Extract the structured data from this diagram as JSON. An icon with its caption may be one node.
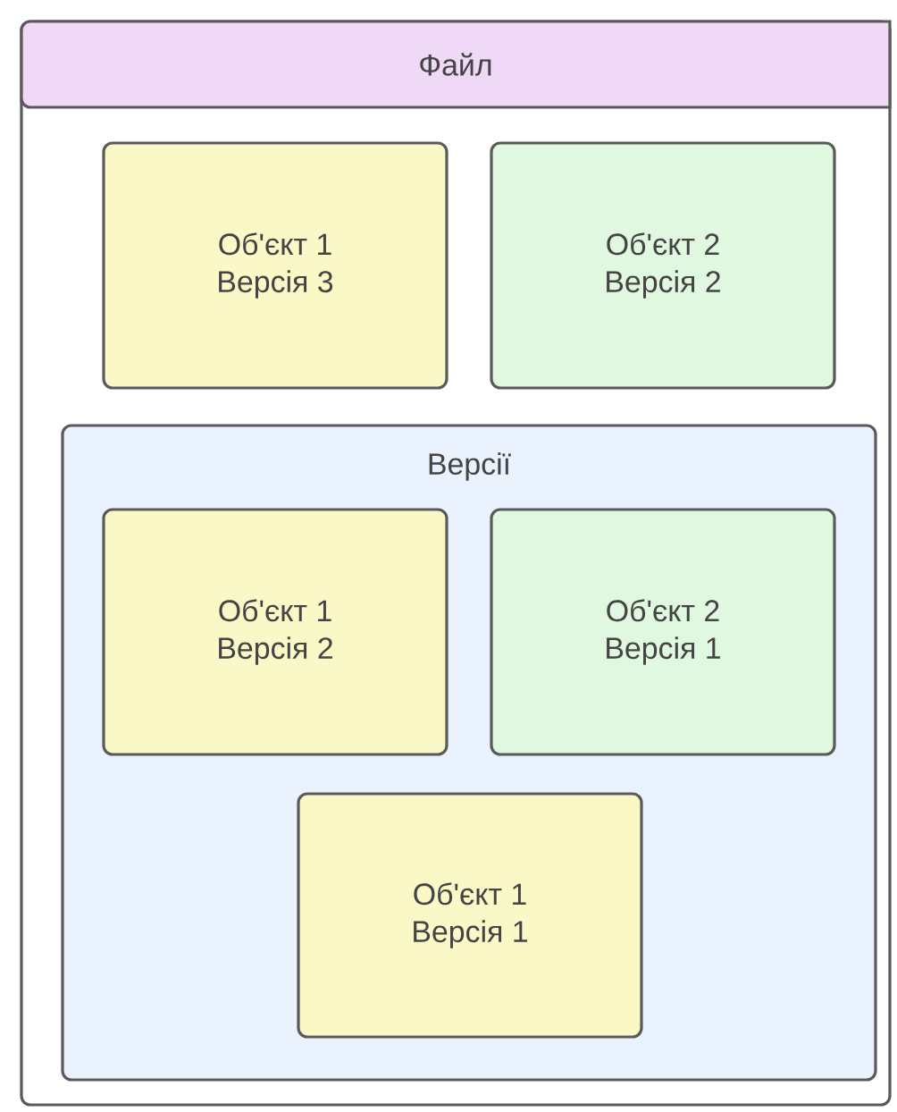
{
  "diagram": {
    "nodes": [
      {
        "text": [
          "Файл"
        ]
      },
      {
        "text": [
          "Об'єкт 1",
          "Версія 3"
        ],
        "in": 0
      },
      {
        "text": [
          "Об'єкт 2",
          "Версія 2"
        ],
        "in": 0
      },
      {
        "text": [
          "Версії"
        ],
        "in": 0
      },
      {
        "text": [
          "Об'єкт 1",
          "Версія 2"
        ],
        "in": 3
      },
      {
        "text": [
          "Об'єкт 2",
          "Версія 1"
        ],
        "in": 3
      },
      {
        "text": [
          "Об'єкт 1",
          "Версія 1"
        ],
        "in": 3
      }
    ]
  }
}
